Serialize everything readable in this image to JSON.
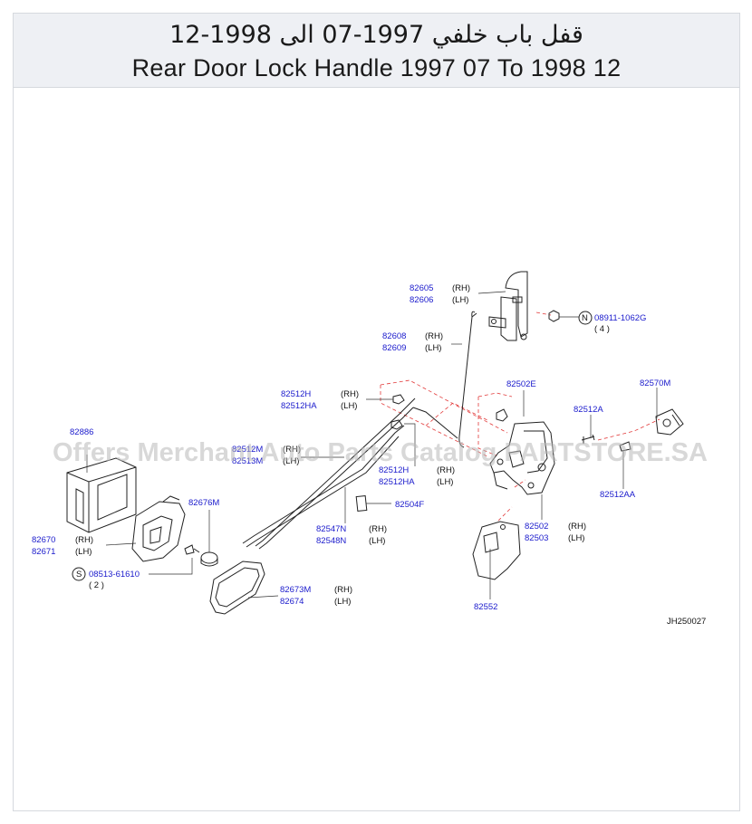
{
  "header": {
    "title_ar": "قفل باب خلفي 1997-07 الى 1998-12",
    "title_en": "Rear Door Lock Handle 1997 07 To 1998 12"
  },
  "watermark": "Offers Merchant Auto Parts Catalog PARTSTORE.SA",
  "diagram_code": "JH250027",
  "labels": {
    "p82605": "82605",
    "p82606": "82606",
    "p82608": "82608",
    "p82609": "82609",
    "p08911": "08911-1062G",
    "q4": "( 4 )",
    "n_mark": "N",
    "p82502E": "82502E",
    "p82570M": "82570M",
    "p82512A": "82512A",
    "p82512AA": "82512AA",
    "p82512H_a": "82512H",
    "p82512HA_a": "82512HA",
    "p82512H_b": "82512H",
    "p82512HA_b": "82512HA",
    "p82512M": "82512M",
    "p82513M": "82513M",
    "p82886": "82886",
    "p82676M": "82676M",
    "p82504F": "82504F",
    "p82547N": "82547N",
    "p82548N": "82548N",
    "p82502": "82502",
    "p82503": "82503",
    "p82670": "82670",
    "p82671": "82671",
    "p08513": "08513-61610",
    "q2": "( 2 )",
    "s_mark": "S",
    "p82673M": "82673M",
    "p82674": "82674",
    "p82552": "82552"
  },
  "sides": {
    "rh": "(RH)",
    "lh": "(LH)"
  },
  "colors": {
    "part_number": "#1a1acc",
    "guide_line": "#e23a3a",
    "header_bg": "#eef0f4"
  }
}
